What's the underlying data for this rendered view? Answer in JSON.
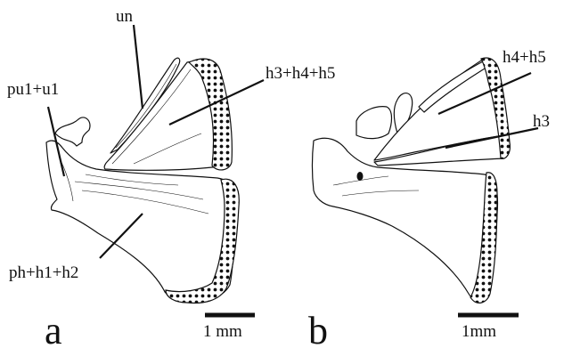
{
  "figure": {
    "panel_a": {
      "letter": "a",
      "labels": {
        "un": "un",
        "pu1u1": "pu1+u1",
        "h3h4h5": "h3+h4+h5",
        "phh1h2": "ph+h1+h2"
      },
      "scale_label": "1 mm"
    },
    "panel_b": {
      "letter": "b",
      "labels": {
        "h4h5": "h4+h5",
        "h3": "h3"
      },
      "scale_label": "1mm"
    }
  }
}
